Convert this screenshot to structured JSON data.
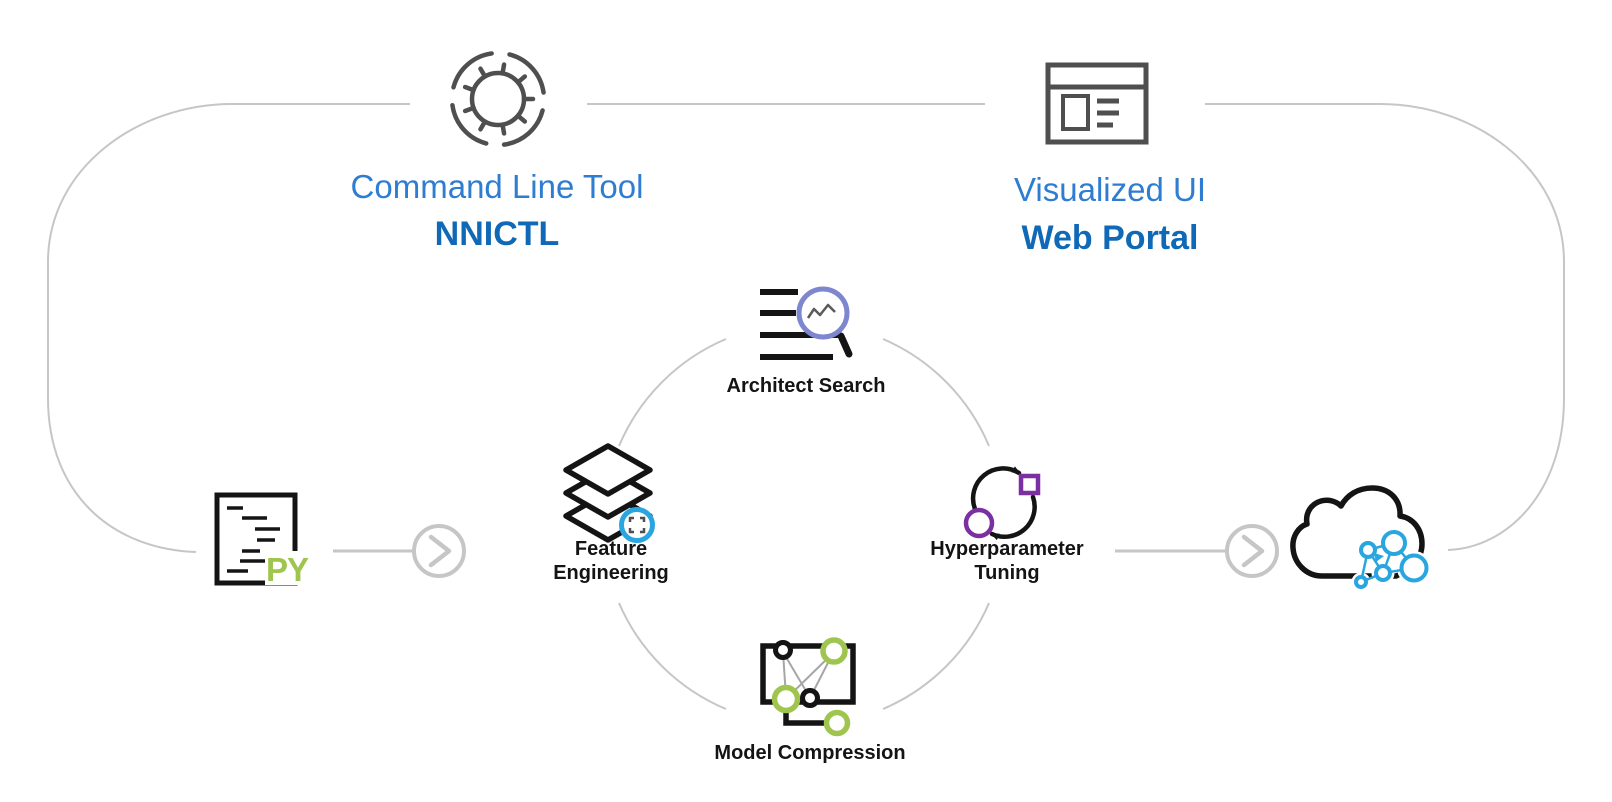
{
  "header": {
    "cli": {
      "subtitle": "Command Line Tool",
      "title": "NNICTL"
    },
    "web": {
      "subtitle": "Visualized UI",
      "title": "Web Portal"
    }
  },
  "cycle": {
    "top_label": "Architect Search",
    "left_label": "Feature\nEngineering",
    "right_label": "Hyperparameter\nTuning",
    "bottom_label": "Model Compression"
  },
  "artifacts": {
    "python_file_label": "PY"
  },
  "colors": {
    "accent_blue": "#2e7dd1",
    "accent_blue_dark": "#0f69b6",
    "line_gray": "#c6c6c6",
    "icon_gray": "#4f4f4f",
    "ink": "#141414",
    "net_gray": "#a6a6a6",
    "green": "#9fc54e",
    "cyan": "#29a5e0",
    "purple": "#7b2fa0",
    "periwinkle": "#7e86d0"
  }
}
